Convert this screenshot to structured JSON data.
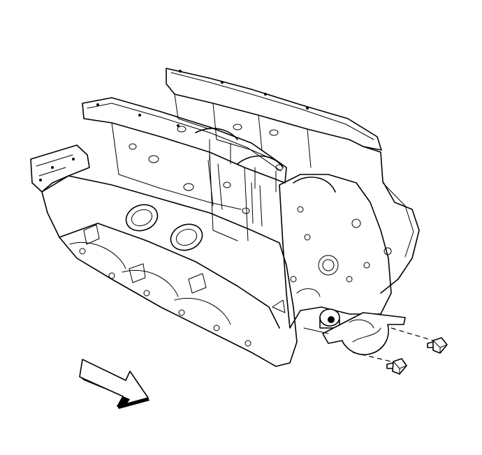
{
  "illustration": {
    "subject": "engine-block",
    "parts": [
      "engine-block",
      "cylinder-bore-plug",
      "bearing-cap-bracket",
      "bolt",
      "bolt",
      "direction-arrow"
    ],
    "stroke_color": "#000000",
    "background_color": "#ffffff",
    "arrow_icon": "direction-arrow-icon"
  }
}
